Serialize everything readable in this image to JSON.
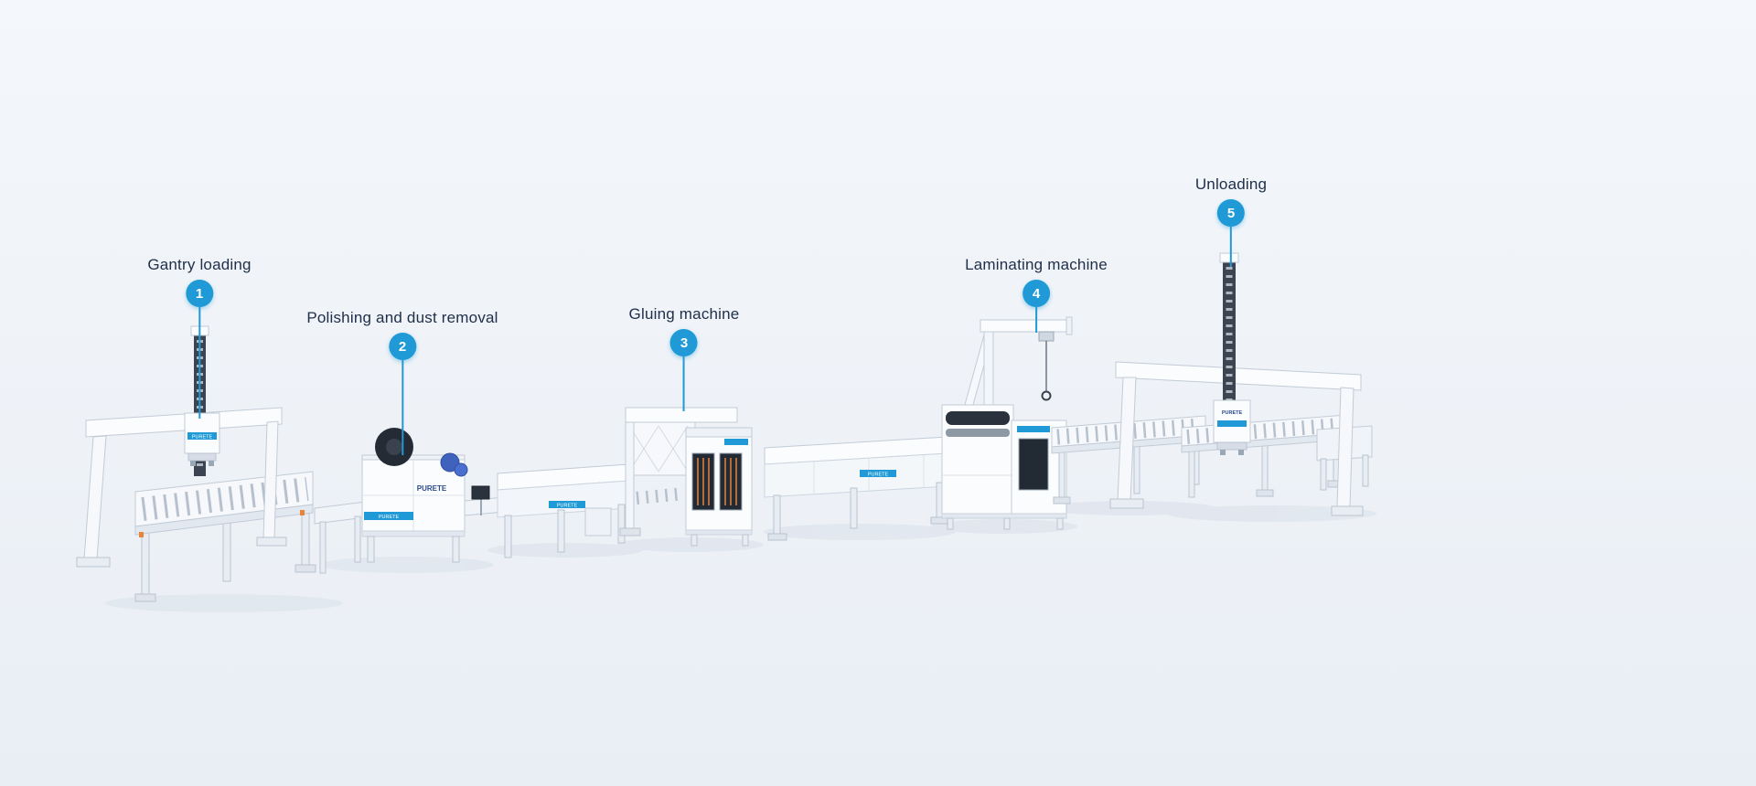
{
  "page": {
    "background_top": "#f4f7fb",
    "background_bottom": "#e9eef5",
    "accent_color": "#1f9ad6",
    "label_color": "#20304a"
  },
  "brand": "PURETE",
  "stations": [
    {
      "num": "1",
      "label": "Gantry loading"
    },
    {
      "num": "2",
      "label": "Polishing and dust removal"
    },
    {
      "num": "3",
      "label": "Gluing machine"
    },
    {
      "num": "4",
      "label": "Laminating machine"
    },
    {
      "num": "5",
      "label": "Unloading"
    }
  ]
}
